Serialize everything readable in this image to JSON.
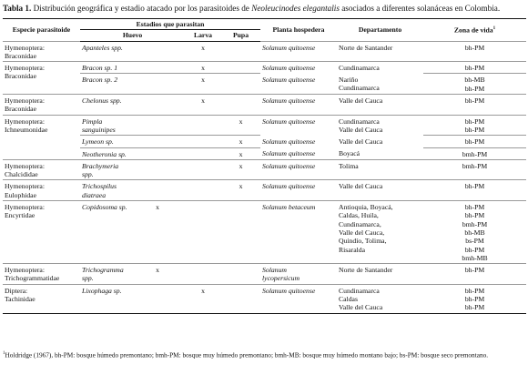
{
  "caption": {
    "label": "Tabla 1.",
    "text_before": " Distribución geográfica y estadio atacado por los parasitoides de ",
    "species": "Neoleucinodes elegantalis",
    "text_after": " asociados a diferentes solanáceas en Colombia."
  },
  "headers": {
    "especie": "Especie parasitoide",
    "estadios": "Estadios que parasitan",
    "huevo": "Huevo",
    "larva": "Larva",
    "pupa": "Pupa",
    "planta": "Planta hospedera",
    "departamento": "Departamento",
    "zona": "Zona de vida",
    "zona_sup": "1"
  },
  "rows": [
    {
      "order": "Hymenoptera:\nBraconidae",
      "species": "Apanteles spp.",
      "huevo": "",
      "larva": "x",
      "pupa": "",
      "planta": "Solanum quitoense",
      "departamento": "Norte de Santander",
      "zona": "bh-PM"
    },
    {
      "order": "Hymenoptera:\nBraconidae",
      "species": "Bracon sp. 1",
      "huevo": "",
      "larva": "x",
      "pupa": "",
      "planta": "Solanum quitoense",
      "departamento": "Cundinamarca",
      "zona": "bh-PM"
    },
    {
      "order": "",
      "species": "Bracon sp. 2",
      "huevo": "",
      "larva": "x",
      "pupa": "",
      "planta": "Solanum quitoense",
      "departamento": "Nariño\nCundinamarca",
      "zona": "bh-MB\nbh-PM"
    },
    {
      "order": "Hymenoptera:\nBraconidae",
      "species": "Chelonus spp.",
      "huevo": "",
      "larva": "x",
      "pupa": "",
      "planta": "Solanum quitoense",
      "departamento": "Valle del Cauca",
      "zona": "bh-PM"
    },
    {
      "order": "Hymenoptera:\nIchneumonidae",
      "species": "Pimpla sanguinipes",
      "huevo": "",
      "larva": "",
      "pupa": "x",
      "planta": "Solanum quitoense",
      "departamento": "Cundinamarca\nValle del Cauca",
      "zona": "bh-PM\nbh-PM"
    },
    {
      "order": "",
      "species": "Lymeon sp.",
      "huevo": "",
      "larva": "",
      "pupa": "x",
      "planta": "Solanum quitoense",
      "departamento": "Valle del Cauca",
      "zona": "bh-PM"
    },
    {
      "order": "",
      "species": "Neotheronia sp.",
      "huevo": "",
      "larva": "",
      "pupa": "x",
      "planta": "Solanum quitoense",
      "departamento": "Boyacá",
      "zona": "bmh-PM"
    },
    {
      "order": "Hymenoptera:\nChalcididae",
      "species": "Brachymeria spp.",
      "huevo": "",
      "larva": "",
      "pupa": "x",
      "planta": "Solanum quitoense",
      "departamento": "Tolima",
      "zona": "bmh-PM"
    },
    {
      "order": "Hymenoptera:\nEulophidae",
      "species": "Trichospilus diatraea",
      "huevo": "",
      "larva": "",
      "pupa": "x",
      "planta": "Solanum quitoense",
      "departamento": "Valle del Cauca",
      "zona": "bh-PM"
    },
    {
      "order": "Hymenoptera:\nEncyrtidae",
      "species": "Copidosoma sp.",
      "huevo": "x",
      "larva": "",
      "pupa": "",
      "planta": "Solanum betaceum",
      "departamento": "Antioquia, Boyacá,\nCaldas, Huila,\nCundinamarca,\nValle del Cauca,\nQuindío, Tolima,\nRisaralda",
      "zona": "bh-PM\nbh-PM\nbmh-PM\nbh-MB\nbs-PM\nbh-PM\nbmh-MB"
    },
    {
      "order": "Hymenoptera:\nTrichogrammatidae",
      "species": "Trichogramma spp.",
      "huevo": "x",
      "larva": "",
      "pupa": "",
      "planta": "Solanum\nlycopersicum",
      "departamento": "Norte de Santander",
      "zona": "bh-PM"
    },
    {
      "order": "Diptera:\nTachinidae",
      "species": "Lixophaga sp.",
      "huevo": "",
      "larva": "x",
      "pupa": "",
      "planta": "Solanum quitoense",
      "departamento": "Cundinamarca\nCaldas\nValle del Cauca",
      "zona": "bh-PM\nbh-PM\nbh-PM"
    }
  ],
  "footnote": {
    "sup": "1",
    "text": "Holdridge (1967), bh-PM: bosque húmedo premontano; bmh-PM: bosque muy húmedo premontano; bmh-MB: bosque muy húmedo montano bajo; bs-PM: bosque seco premontano."
  }
}
